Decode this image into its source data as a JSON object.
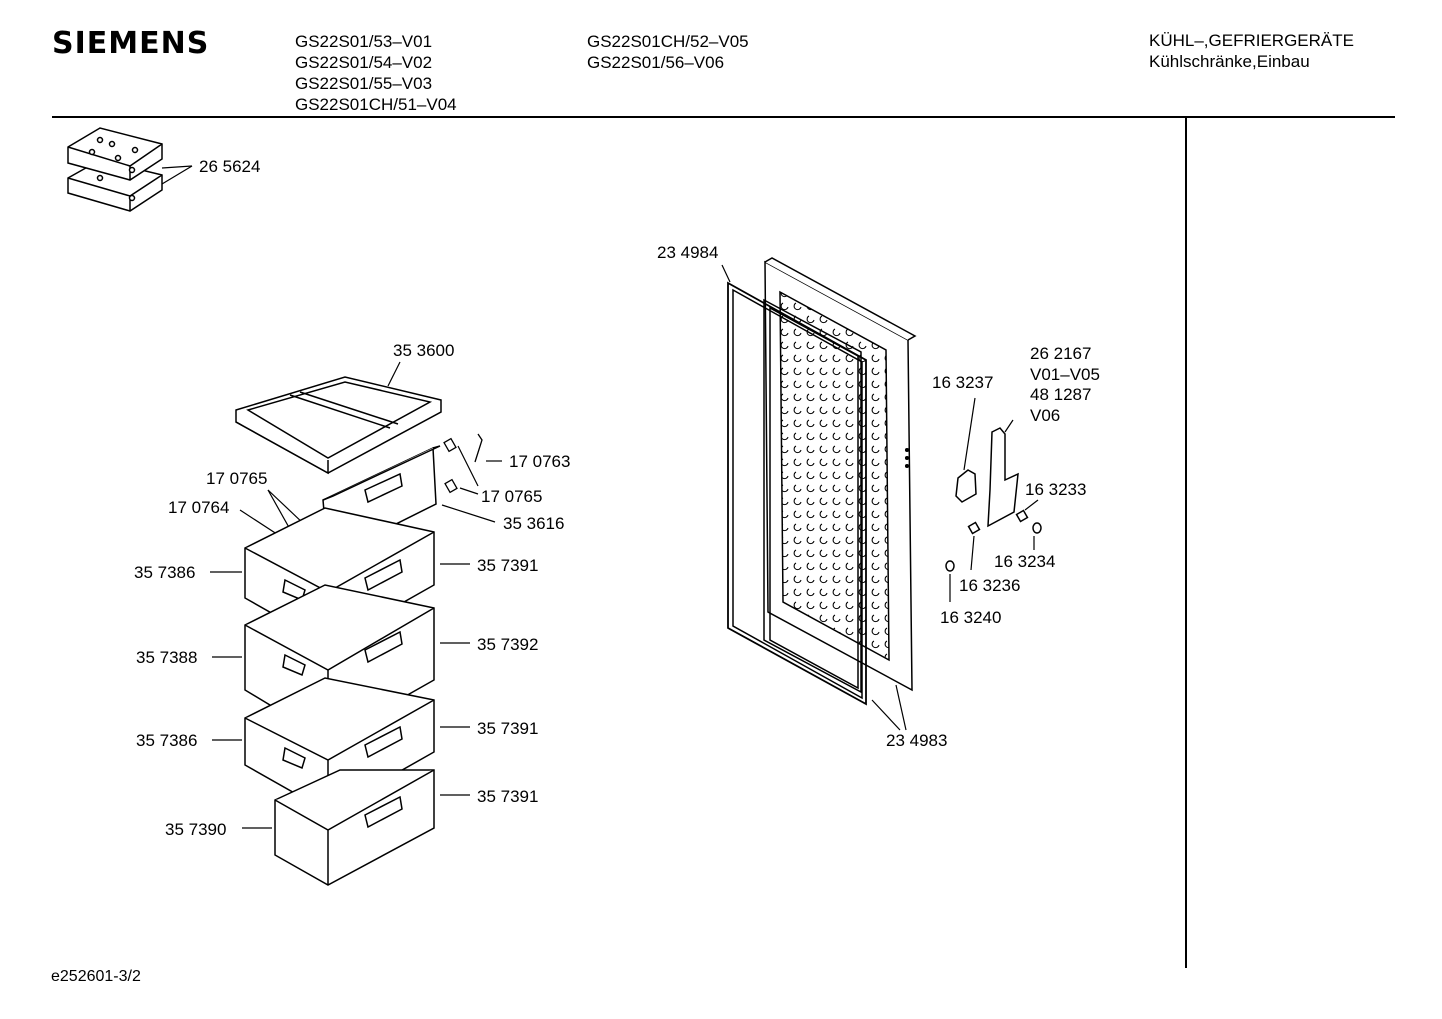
{
  "header": {
    "brand": "SIEMENS",
    "models_col1": [
      "GS22S01/53–V01",
      "GS22S01/54–V02",
      "GS22S01/55–V03",
      "GS22S01CH/51–V04"
    ],
    "models_col2": [
      "GS22S01CH/52–V05",
      "GS22S01/56–V06"
    ],
    "category": [
      "KÜHL–,GEFRIERGERÄTE",
      "Kühlschränke,Einbau"
    ]
  },
  "parts": {
    "p265624": "26 5624",
    "p353600": "35 3600",
    "p170763": "17 0763",
    "p170765a": "17 0765",
    "p170765b": "17 0765",
    "p170764": "17 0764",
    "p353616": "35 3616",
    "p357386a": "35 7386",
    "p357391a": "35 7391",
    "p357388": "35 7388",
    "p357392": "35 7392",
    "p357386b": "35 7386",
    "p357391b": "35 7391",
    "p357390": "35 7390",
    "p357391c": "35 7391",
    "p234984": "23 4984",
    "p234983": "23 4983",
    "p262167": "26 2167",
    "v0105": "V01–V05",
    "p481287": "48 1287",
    "v06": "V06",
    "p163237": "16 3237",
    "p163233": "16 3233",
    "p163234": "16 3234",
    "p163236": "16 3236",
    "p163240": "16 3240"
  },
  "footer": {
    "doc_id": "e252601-3/2"
  }
}
